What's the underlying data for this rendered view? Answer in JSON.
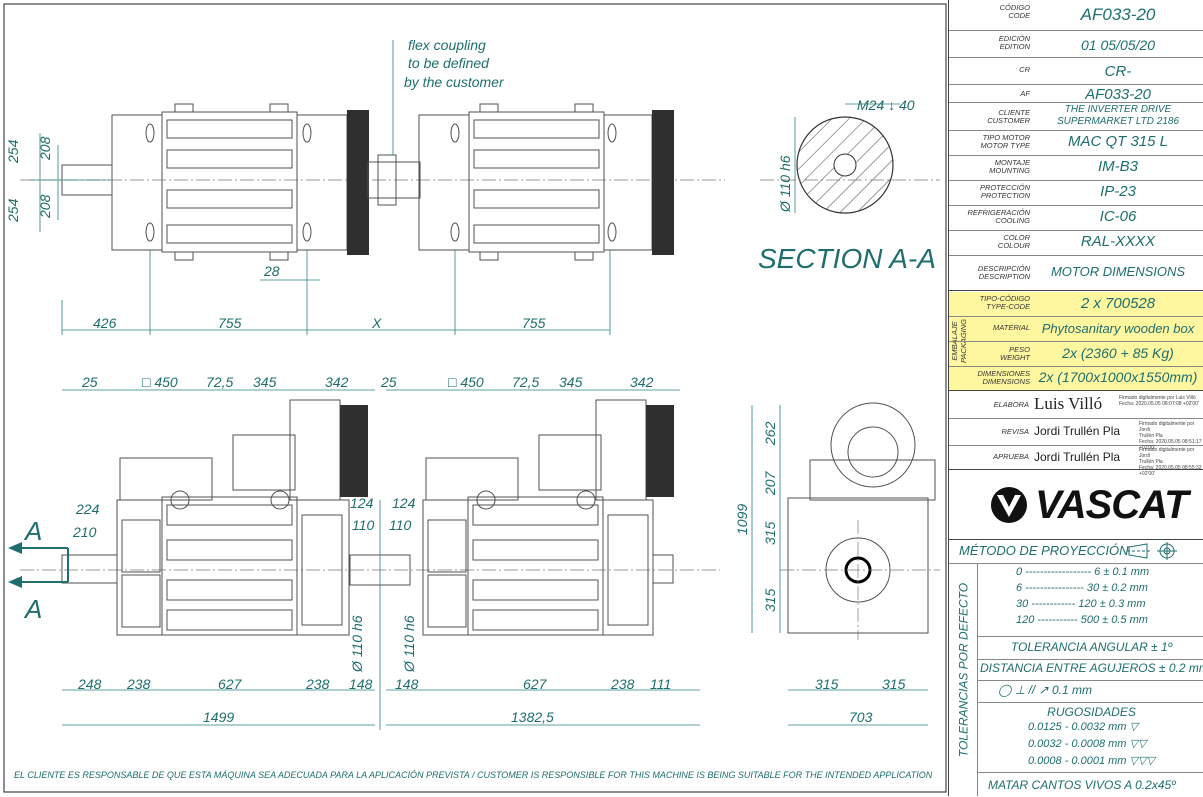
{
  "drawing": {
    "note_coupling": [
      "flex coupling",
      "to be defined",
      "by the customer"
    ],
    "section_title": "SECTION A-A",
    "section_thread": "M24 ↓ 40",
    "section_shaft": "Ø 110 h6",
    "section_letter": "A",
    "top_view_dims": {
      "left_vert_outer": "254",
      "left_vert_inner": "208",
      "bolt_offset": "28",
      "row": [
        "426",
        "755",
        "X",
        "755"
      ]
    },
    "front_view_top_dims": [
      "25",
      "□ 450",
      "72,5",
      "345",
      "342",
      "25",
      "□ 450",
      "72,5",
      "345",
      "342"
    ],
    "front_view_left_dims": [
      "224",
      "210"
    ],
    "front_view_center_dims": [
      "124",
      "124",
      "110",
      "110"
    ],
    "front_view_shaft": "Ø 110 h6",
    "front_view_bottom_dims": [
      "248",
      "238",
      "627",
      "238",
      "148",
      "148",
      "627",
      "238",
      "111"
    ],
    "front_view_totals": [
      "1499",
      "1382,5"
    ],
    "side_view_vert": [
      "262",
      "207",
      "315",
      "315"
    ],
    "side_view_total_vert": "1099",
    "side_view_bottom": [
      "315",
      "315"
    ],
    "side_view_total": "703"
  },
  "title_block": {
    "codigo_label": [
      "CÓDIGO",
      "CODE"
    ],
    "codigo": "AF033-20",
    "edicion_label": [
      "EDICIÓN",
      "EDITION"
    ],
    "edicion": "01   05/05/20",
    "cr_label": "CR",
    "cr": "CR-",
    "af_label": "AF",
    "af": "AF033-20",
    "cliente_label": [
      "CLIENTE",
      "CUSTOMER"
    ],
    "cliente": [
      "THE INVERTER DRIVE",
      "SUPERMARKET LTD  2186"
    ],
    "tipo_label": [
      "TIPO MOTOR",
      "MOTOR TYPE"
    ],
    "tipo": "MAC QT 315 L",
    "montaje_label": [
      "MONTAJE",
      "MOUNTING"
    ],
    "montaje": "IM-B3",
    "proteccion_label": [
      "PROTECCIÓN",
      "PROTECTION"
    ],
    "proteccion": "IP-23",
    "refrig_label": [
      "REFRIGERACIÓN",
      "COOLING"
    ],
    "refrig": "IC-06",
    "color_label": [
      "COLOR",
      "COLOUR"
    ],
    "color": "RAL-XXXX",
    "desc_label": [
      "DESCRIPCIÓN",
      "DESCRIPTION"
    ],
    "desc": "MOTOR DIMENSIONS",
    "embalaje_label": "EMBALAJE PACKAGING",
    "tipocod_label": [
      "TIPO-CÓDIGO",
      "TYPE-CODE"
    ],
    "tipocod": "2 x 700528",
    "material_label": "MATERIAL",
    "material": "Phytosanitary wooden box",
    "peso_label": [
      "PESO",
      "WEIGHT"
    ],
    "peso": "2x (2360 + 85 Kg)",
    "dimensiones_label": [
      "DIMENSIONES",
      "DIMENSIONS"
    ],
    "dimensiones": "2x (1700x1000x1550mm)",
    "elabora_label": "ELABORA",
    "elabora": "Luis Villó",
    "elabora_sig": [
      "Firmado digitalmente por Luis Villó",
      "Fecha: 2020.05.05 08:07:08 +02'00'"
    ],
    "revisa_label": "REVISA",
    "revisa": "Jordi Trullén Pla",
    "revisa_sig": [
      "Firmado digitalmente por Jordi",
      "Trullén Pla",
      "Fecha: 2020.05.05 08:51:17 +02'00'"
    ],
    "aprueba_label": "APRUEBA",
    "aprueba": "Jordi Trullén Pla",
    "aprueba_sig": [
      "Firmado digitalmente por Jordi",
      "Trullén Pla",
      "Fecha: 2020.05.05 08:55:32 +02'00'"
    ],
    "logo_text": "VASCAT",
    "metodo_label": "MÉTODO DE PROYECCIÓN",
    "tol_vertical": "TOLERANCIAS POR DEFECTO",
    "tolerances": [
      "0 ------------------ 6 ± 0.1 mm",
      "6 ---------------- 30 ± 0.2 mm",
      "30 ------------ 120 ± 0.3 mm",
      "120 ----------- 500 ± 0.5 mm"
    ],
    "tol_angular": "TOLERANCIA ANGULAR ± 1º",
    "tol_holes": "DISTANCIA ENTRE AGUJEROS ± 0.2 mm",
    "tol_geom": "◯ ⊥ // ↗     0.1 mm",
    "rugosidades_label": "RUGOSIDADES",
    "rugosidades": [
      "0.0125 - 0.0032 mm  ▽",
      "0.0032 - 0.0008 mm  ▽▽",
      "0.0008 - 0.0001 mm  ▽▽▽"
    ],
    "matar": "MATAR CANTOS VIVOS A  0.2x45º"
  },
  "footer": "EL CLIENTE ES RESPONSABLE DE QUE ESTA MÁQUINA SEA ADECUADA PARA LA APLICACIÓN PREVISTA /  CUSTOMER IS RESPONSIBLE FOR THIS MACHINE IS BEING SUITABLE FOR THE INTENDED APPLICATION",
  "colors": {
    "dimension": "#1e6e6e",
    "highlight": "#fff7a0",
    "part": "#505050"
  }
}
